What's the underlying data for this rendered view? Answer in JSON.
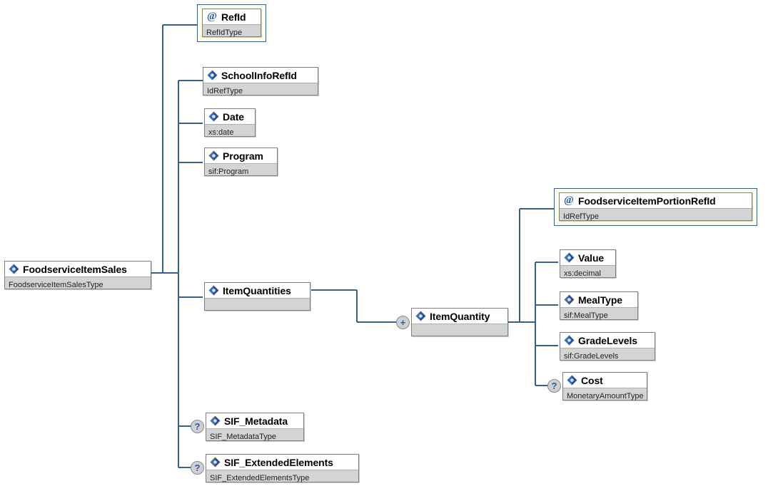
{
  "diagram": {
    "title": "FoodserviceItemSales schema diagram",
    "type": "xml-schema-tree",
    "colors": {
      "connector": "#36618e",
      "box_border": "#808080",
      "type_bar": "#d4d4d4",
      "attribute_fill": "#ffffe8",
      "attribute_border": "#36618e",
      "marker_fill": "#d0d0d0",
      "marker_glyph": "#2a5d9e"
    },
    "icons": {
      "element": "element-icon",
      "attribute": "at-sign-icon",
      "optional": "question-marker-icon",
      "expand": "plus-marker-icon"
    }
  },
  "nodes": {
    "root": {
      "name": "FoodserviceItemSales",
      "type": "FoodserviceItemSalesType",
      "kind": "element",
      "icon": "element-icon"
    },
    "ref_id": {
      "name": "RefId",
      "type": "RefIdType",
      "kind": "attribute",
      "icon": "at-sign-icon"
    },
    "school_info_ref_id": {
      "name": "SchoolInfoRefId",
      "type": "IdRefType",
      "kind": "element",
      "icon": "element-icon"
    },
    "date": {
      "name": "Date",
      "type": "xs:date",
      "kind": "element",
      "icon": "element-icon"
    },
    "program": {
      "name": "Program",
      "type": "sif:Program",
      "kind": "element",
      "icon": "element-icon"
    },
    "item_quantities": {
      "name": "ItemQuantities",
      "type": "",
      "kind": "element",
      "icon": "element-icon"
    },
    "item_quantity": {
      "name": "ItemQuantity",
      "type": "",
      "kind": "element",
      "icon": "element-icon",
      "marker": "+"
    },
    "portion_ref_id": {
      "name": "FoodserviceItemPortionRefId",
      "type": "IdRefType",
      "kind": "attribute",
      "icon": "at-sign-icon"
    },
    "value": {
      "name": "Value",
      "type": "xs:decimal",
      "kind": "element",
      "icon": "element-icon"
    },
    "meal_type": {
      "name": "MealType",
      "type": "sif:MealType",
      "kind": "element",
      "icon": "element-icon"
    },
    "grade_levels": {
      "name": "GradeLevels",
      "type": "sif:GradeLevels",
      "kind": "element",
      "icon": "element-icon"
    },
    "cost": {
      "name": "Cost",
      "type": "MonetaryAmountType",
      "kind": "element",
      "icon": "element-icon",
      "marker": "?"
    },
    "sif_metadata": {
      "name": "SIF_Metadata",
      "type": "SIF_MetadataType",
      "kind": "element",
      "icon": "element-icon",
      "marker": "?"
    },
    "sif_extended_elements": {
      "name": "SIF_ExtendedElements",
      "type": "SIF_ExtendedElementsType",
      "kind": "element",
      "icon": "element-icon",
      "marker": "?"
    }
  },
  "markers": {
    "optional": "?",
    "expand": "+"
  }
}
